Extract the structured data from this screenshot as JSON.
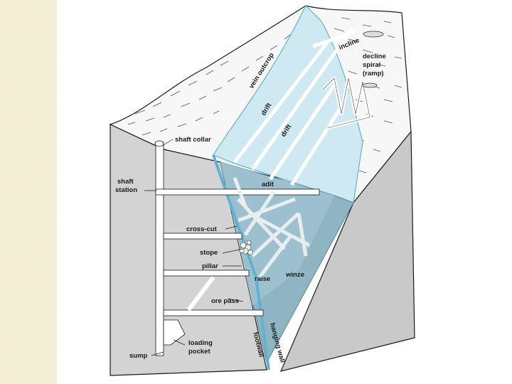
{
  "colors": {
    "side_pattern": "#f4f1d6",
    "terrain": "#f7f7f7",
    "rock_face": "#d3d3d3",
    "vein_light": "#cfe9f2",
    "vein_mid": "#a9d6e5",
    "vein_dark": "#8fb4c2",
    "vein_edge": "#5eb3d1",
    "tunnel": "#ffffff",
    "ink": "#1a1a1a"
  },
  "labels": {
    "vein_outcrop": "vein outcrop",
    "incline": "incline",
    "decline_spiral": [
      "decline",
      "spiral",
      "(ramp)"
    ],
    "drift_upper": "drift",
    "drift_lower": "drift",
    "shaft_collar": "shaft collar",
    "shaft_station": [
      "shaft",
      "station"
    ],
    "adit": "adit",
    "cross_cut": "cross-cut",
    "stope": "stope",
    "pillar": "pillar",
    "raise": "raise",
    "winze": "winze",
    "ore_pass": "ore pass",
    "hanging_wall": "hanging wall",
    "footwall": "footwall",
    "loading_pocket": [
      "loading",
      "pocket"
    ],
    "sump": "sump"
  }
}
